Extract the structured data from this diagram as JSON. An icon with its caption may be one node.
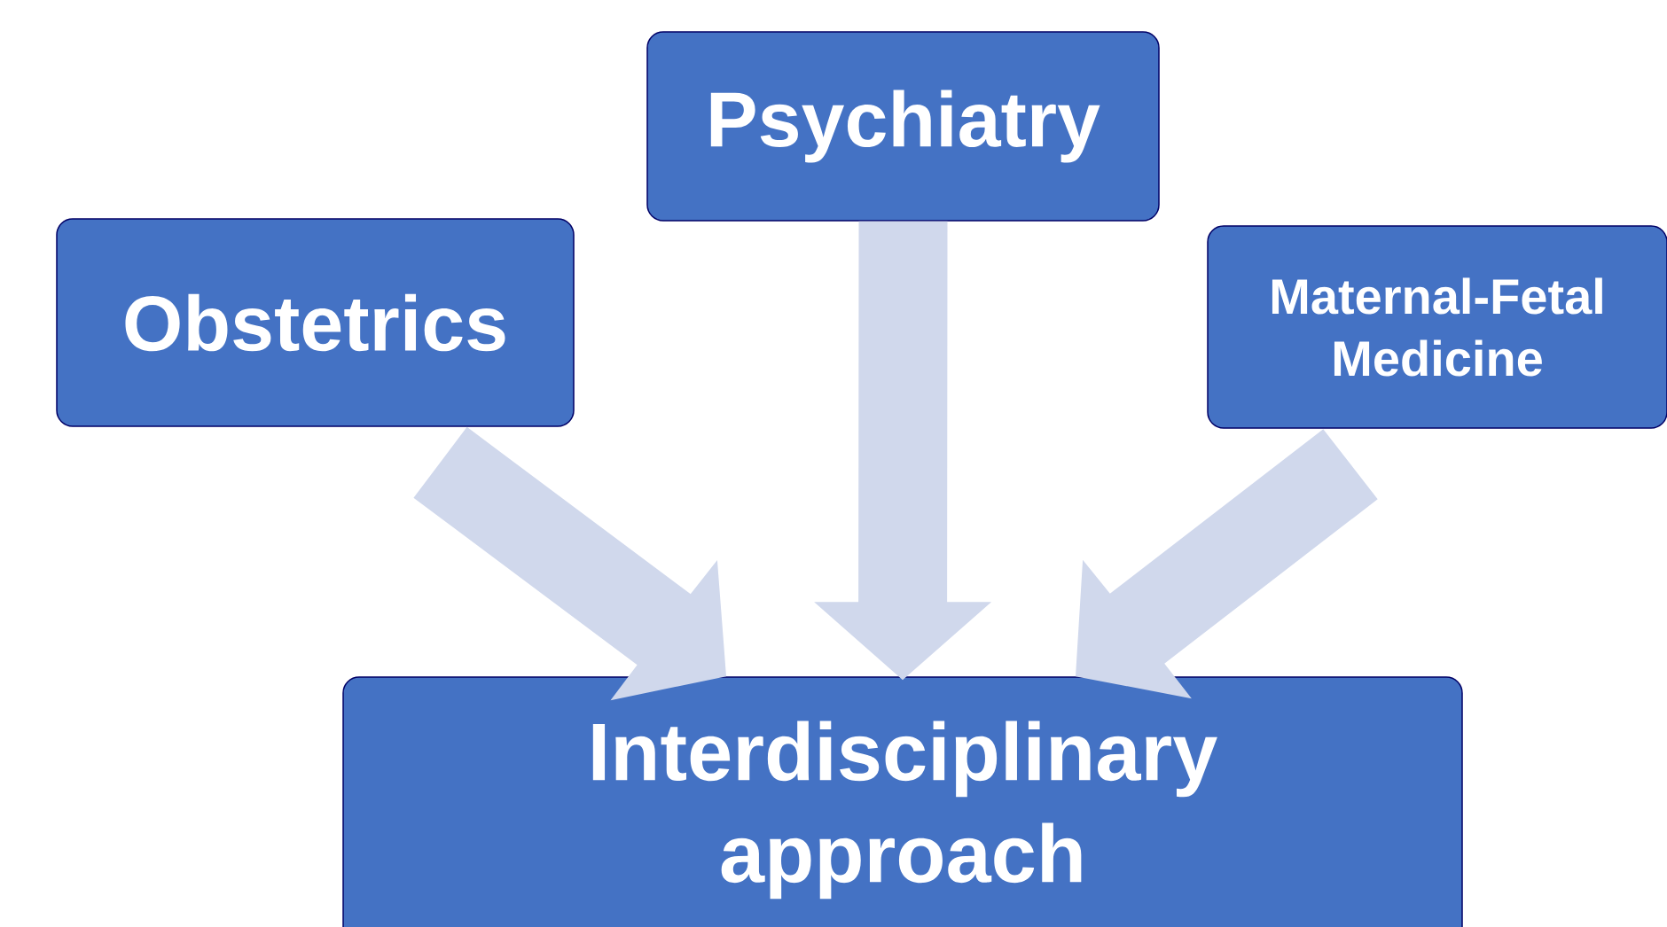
{
  "diagram": {
    "nodes": [
      {
        "text": [
          "Psychiatry"
        ]
      },
      {
        "text": [
          "Obstetrics"
        ]
      },
      {
        "text": [
          "Maternal-Fetal Medicine"
        ]
      },
      {
        "text": [
          "Interdisciplinary approach"
        ]
      }
    ],
    "edges": [
      {
        "from": 0,
        "to": 3,
        "arrow": "to"
      },
      {
        "from": 1,
        "to": 3,
        "arrow": "to"
      },
      {
        "from": 2,
        "to": 3,
        "arrow": "to"
      }
    ]
  }
}
